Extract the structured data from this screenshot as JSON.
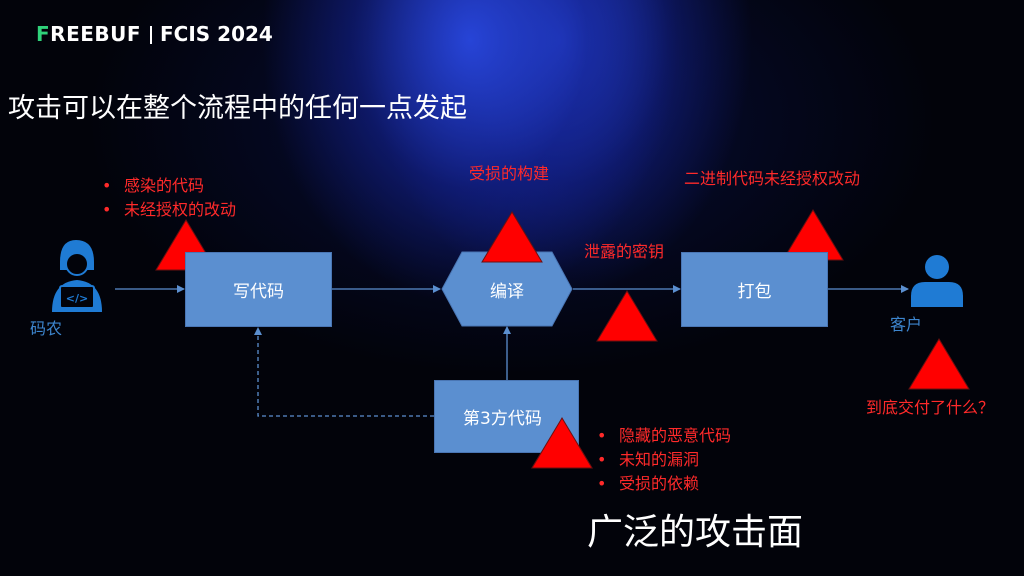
{
  "branding": {
    "logo_freebuf_first": "F",
    "logo_freebuf_rest": "REEBUF",
    "logo_fcis": "FCIS 2024"
  },
  "slide": {
    "title": "攻击可以在整个流程中的任何一点发起",
    "summary": "广泛的攻击面"
  },
  "actors": {
    "developer_label": "码农",
    "customer_label": "客户"
  },
  "stages": {
    "write_code": "写代码",
    "compile": "编译",
    "package": "打包",
    "third_party": "第3方代码"
  },
  "threats": {
    "write_code": [
      "感染的代码",
      "未经授权的改动"
    ],
    "compile": "受损的构建",
    "leaked_key": "泄露的密钥",
    "package": "二进制代码未经授权改动",
    "customer": "到底交付了什么？",
    "third_party": [
      "隐藏的恶意代码",
      "未知的漏洞",
      "受损的依赖"
    ]
  },
  "colors": {
    "box_fill": "#5b8fd0",
    "threat_red": "#ff0000",
    "arrow": "#5b8fd0",
    "actor_blue": "#1f7bd4",
    "logo_green": "#2fd27a"
  }
}
